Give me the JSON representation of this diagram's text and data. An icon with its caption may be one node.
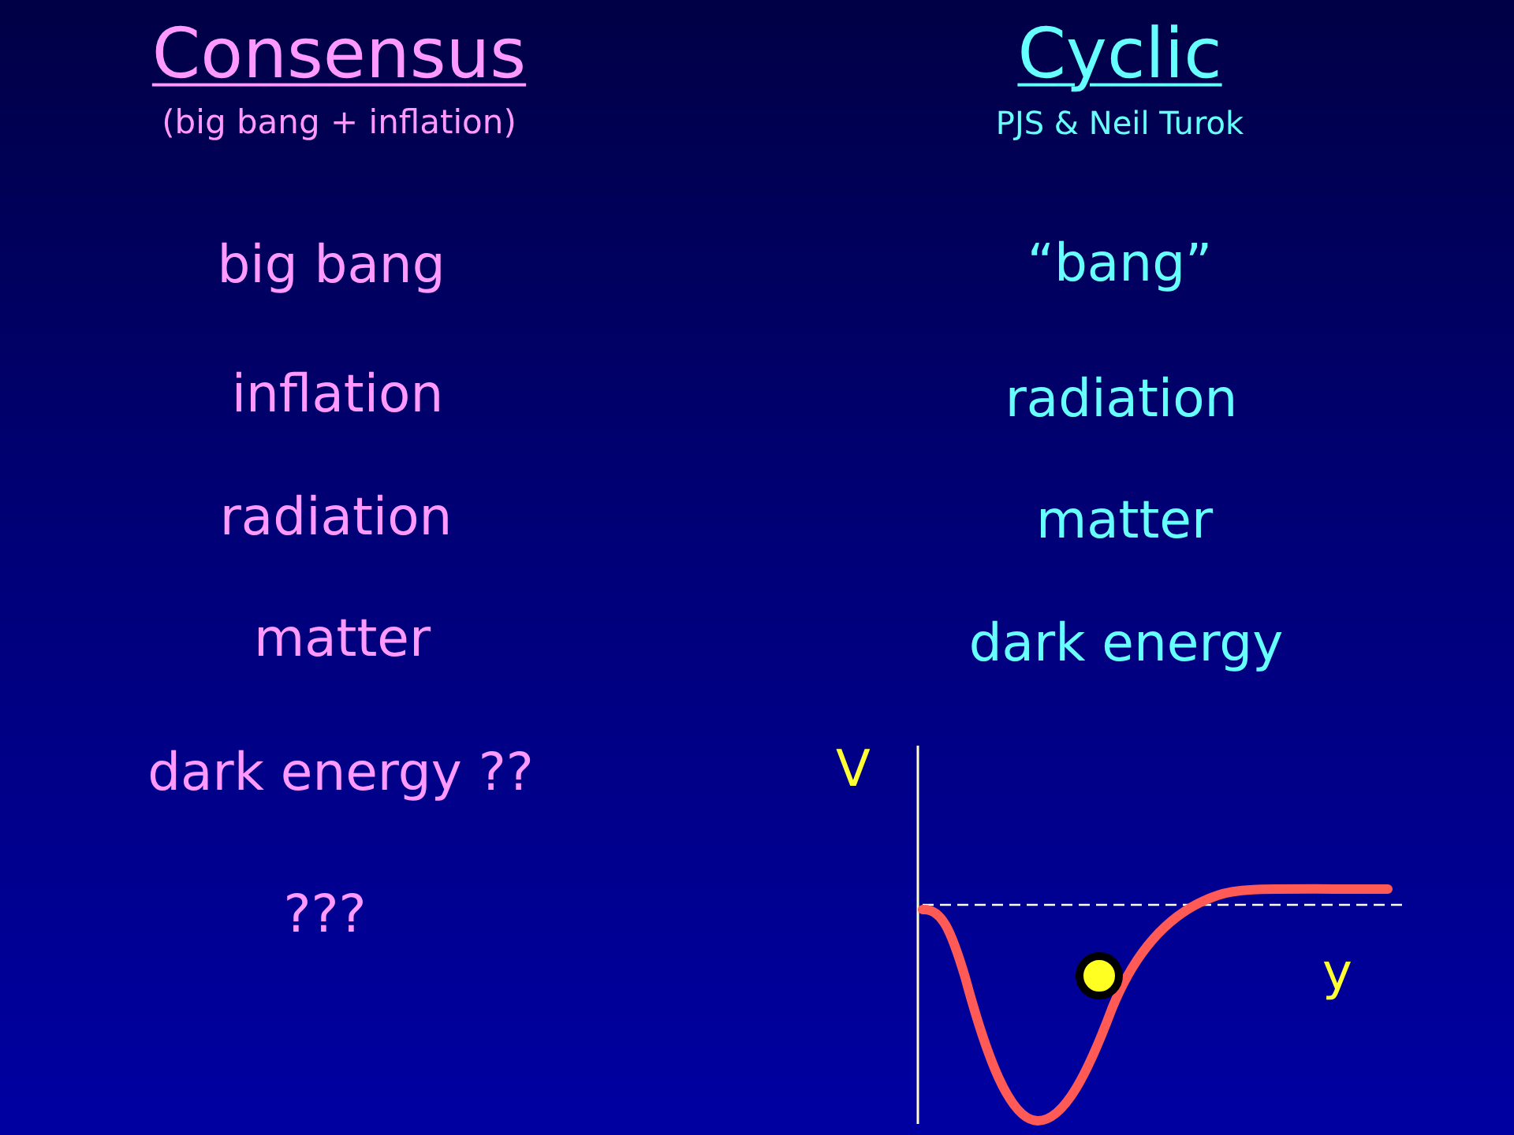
{
  "diagram": {
    "labels": [
      "Consensus",
      "(big bang + inflation)",
      "big bang",
      "inflation",
      "radiation",
      "matter",
      "dark energy ??",
      "???",
      "Cyclic",
      "PJS & Neil Turok",
      "“bang”",
      "radiation",
      "matter",
      "dark energy",
      "V",
      "y"
    ]
  }
}
